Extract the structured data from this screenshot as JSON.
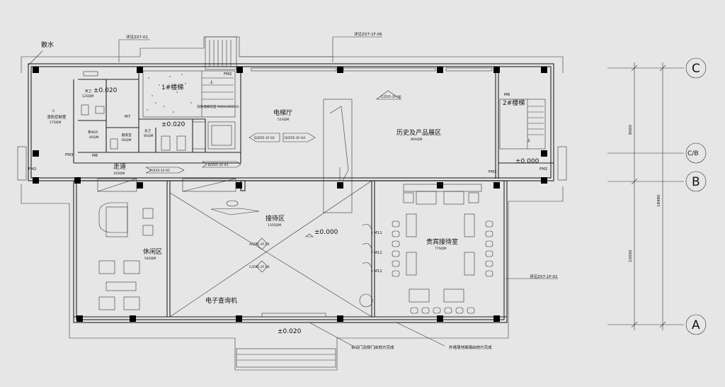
{
  "plan": {
    "callouts": {
      "top_left": "详见ZX7-01",
      "top_mid": "详见ZX7-1F-06",
      "right": "详见ZX7-1F-01"
    },
    "exterior": {
      "sanshui": "散水",
      "auto_door_note": "自动门及侧门由他方完成",
      "curtain_wall_note": "外墙落地玻璃由他方完成"
    },
    "rooms": {
      "fire_control": {
        "name": "消防控制室",
        "area": "17SQM",
        "tag": "5"
      },
      "mens_wc": {
        "name": "男卫",
        "area": "12SQM"
      },
      "tea_room": {
        "name": "茶水间",
        "area": "4SQM"
      },
      "womens_wc": {
        "name": "女卫",
        "area": "8SQM"
      },
      "cleaning": {
        "name": "翻洗室",
        "area": "6SQM"
      },
      "stair1": "1#楼梯",
      "stair2": "2#楼梯",
      "elevator_hall": {
        "name": "电梯厅",
        "area": "51SQM"
      },
      "exhibition": {
        "name": "历史及产品展区",
        "area": "80SQM"
      },
      "corridor": {
        "name": "走道",
        "area": "35SQM"
      },
      "reception": {
        "name": "接待区",
        "area": "135SQM"
      },
      "lounge": {
        "name": "休闲区",
        "area": "54SQM"
      },
      "vip": {
        "name": "贵宾接待室",
        "area": "77SQM"
      },
      "kiosk": "电子查询机"
    },
    "levels": {
      "main": "±0.000",
      "entry": "±0.020",
      "wc": "±0.020",
      "wc2": "±0.020",
      "stair2": "±0.000"
    },
    "doors": {
      "fm2_a": "FM2",
      "fm2_b": "FM2",
      "fm2_c": "FM2",
      "fm3_a": "FM3",
      "fm3_b": "FM3",
      "m6_a": "M6",
      "m6_b": "M6",
      "m7": "M7",
      "m11_a": "M11",
      "m11_b": "M11",
      "m11_c": "M11",
      "up_a": "上",
      "up_b": "上"
    },
    "elevator_note": "消防电梯前室 900X1800(H)",
    "section_markers": {
      "s1": "D/ZX5-1F-02",
      "s2": "D/ZX5-1F-04",
      "s3": "C/ZX5-1F-06",
      "s4": "F/ZX5-1F-01",
      "s5": "B/ZX5-1F-01",
      "s6": "A/ZX5-1F-01",
      "s7": "C/ZX5-1F-03"
    },
    "grid": {
      "c": "C",
      "cb": "C/B",
      "b": "B",
      "a": "A",
      "dim_8000": "8000",
      "dim_10000": "10000",
      "dim_total": "18480"
    }
  }
}
